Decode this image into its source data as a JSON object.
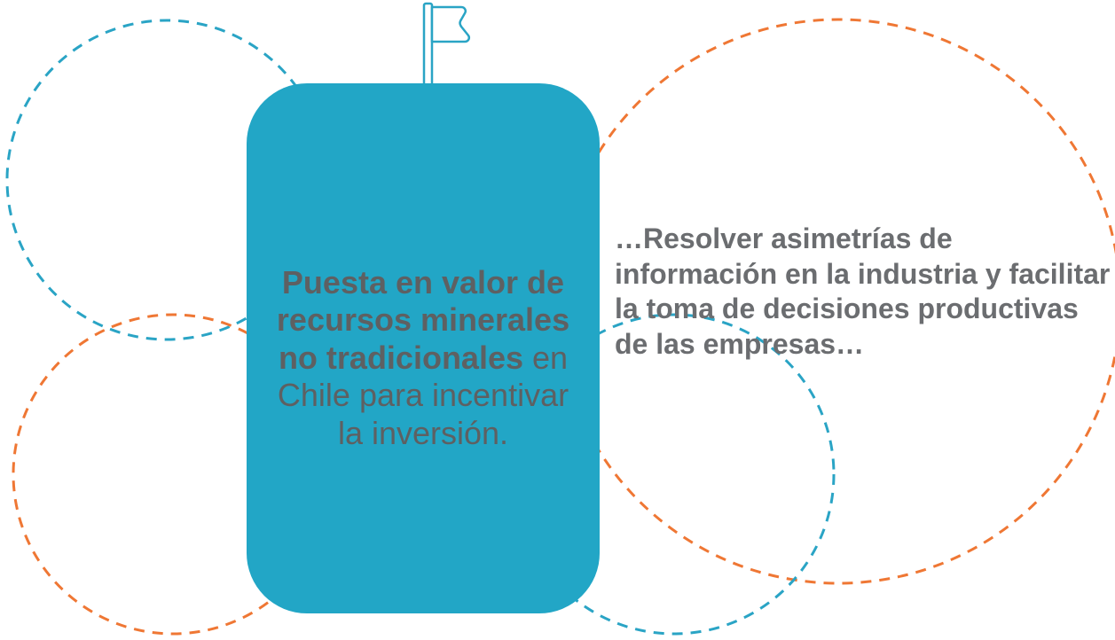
{
  "main_box": {
    "bold_text": "Puesta en valor de recursos minerales no tradicionales",
    "regular_text": " en Chile para incentivar la inversión."
  },
  "side_text": "…Resolver asimetrías de información en la industria y facilitar la toma de decisiones productivas de las empresas…",
  "colors": {
    "box_fill": "#22a6c6",
    "teal_dash": "#2aa4c5",
    "orange_dash": "#ef7734",
    "text": "#5e6062"
  }
}
